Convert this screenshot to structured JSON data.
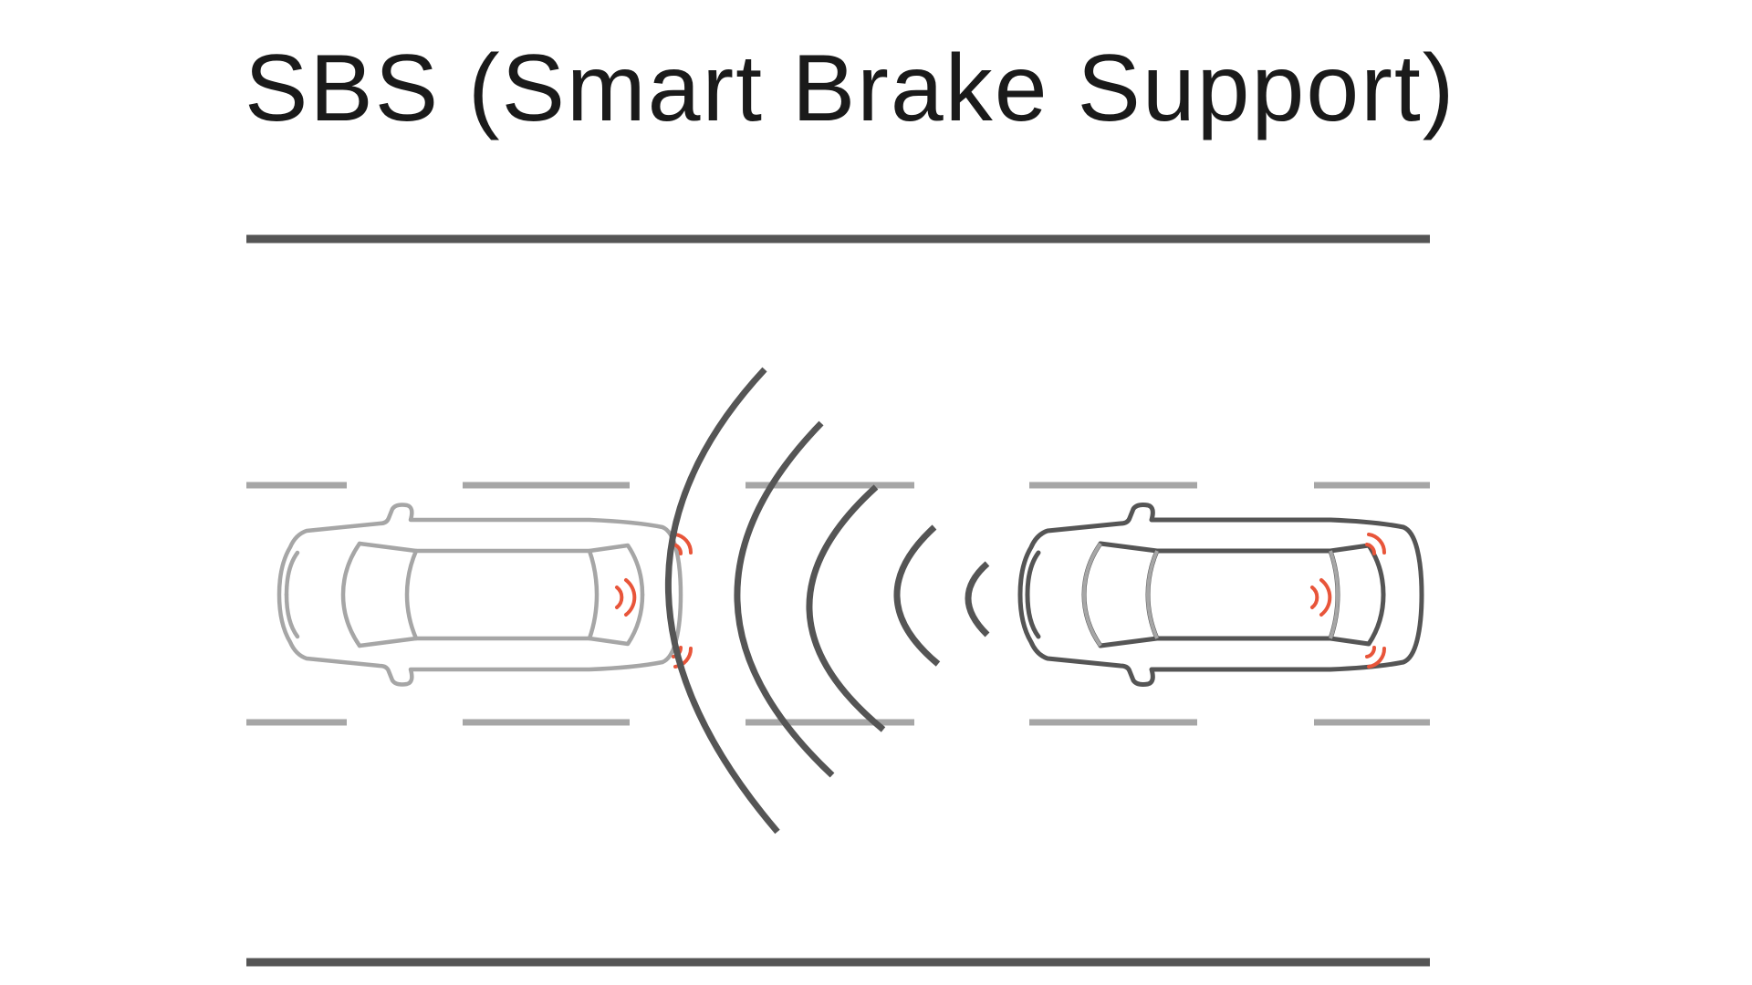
{
  "title": "SBS (Smart Brake Support)",
  "colors": {
    "road_edge": "#555555",
    "lane_dash": "#a6a6a6",
    "rear_car_outline": "#a6a6a6",
    "front_car_outline": "#555555",
    "radar_wave": "#555555",
    "sensor_signal": "#e8553a",
    "background": "#ffffff"
  },
  "elements": {
    "rear_car": "rear-car",
    "front_car": "front-car",
    "radar": "radar-waves",
    "sensors": "sensor-signal-icon"
  }
}
